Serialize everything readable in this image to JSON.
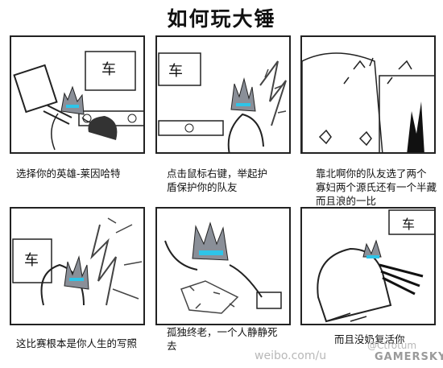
{
  "title": "如何玩大锤",
  "panels": [
    {
      "sign": "车",
      "caption": "选择你的英雄-莱因哈特"
    },
    {
      "sign": "车",
      "caption_line1": "点击鼠标右键，举起护",
      "caption_line2": "盾保护你的队友"
    },
    {
      "caption_line1": "靠北啊你的队友选了两个",
      "caption_line2": "寡妇两个源氏还有一个半藏",
      "caption_line3": "而且浪的一比"
    },
    {
      "sign": "车",
      "caption": "这比赛根本是你人生的写照"
    },
    {
      "caption_line1": "孤独终老，一个人静静死",
      "caption_line2": "去"
    },
    {
      "sign": "车",
      "caption": "而且没奶复活你"
    }
  ],
  "watermark": {
    "weibo": "weibo.com/u",
    "user": "@Ctrotum",
    "site": "GAMERSKY"
  },
  "colors": {
    "ink": "#222222",
    "helmet_cyan": "#2ec4e8",
    "helmet_grey": "#8a8f98"
  }
}
